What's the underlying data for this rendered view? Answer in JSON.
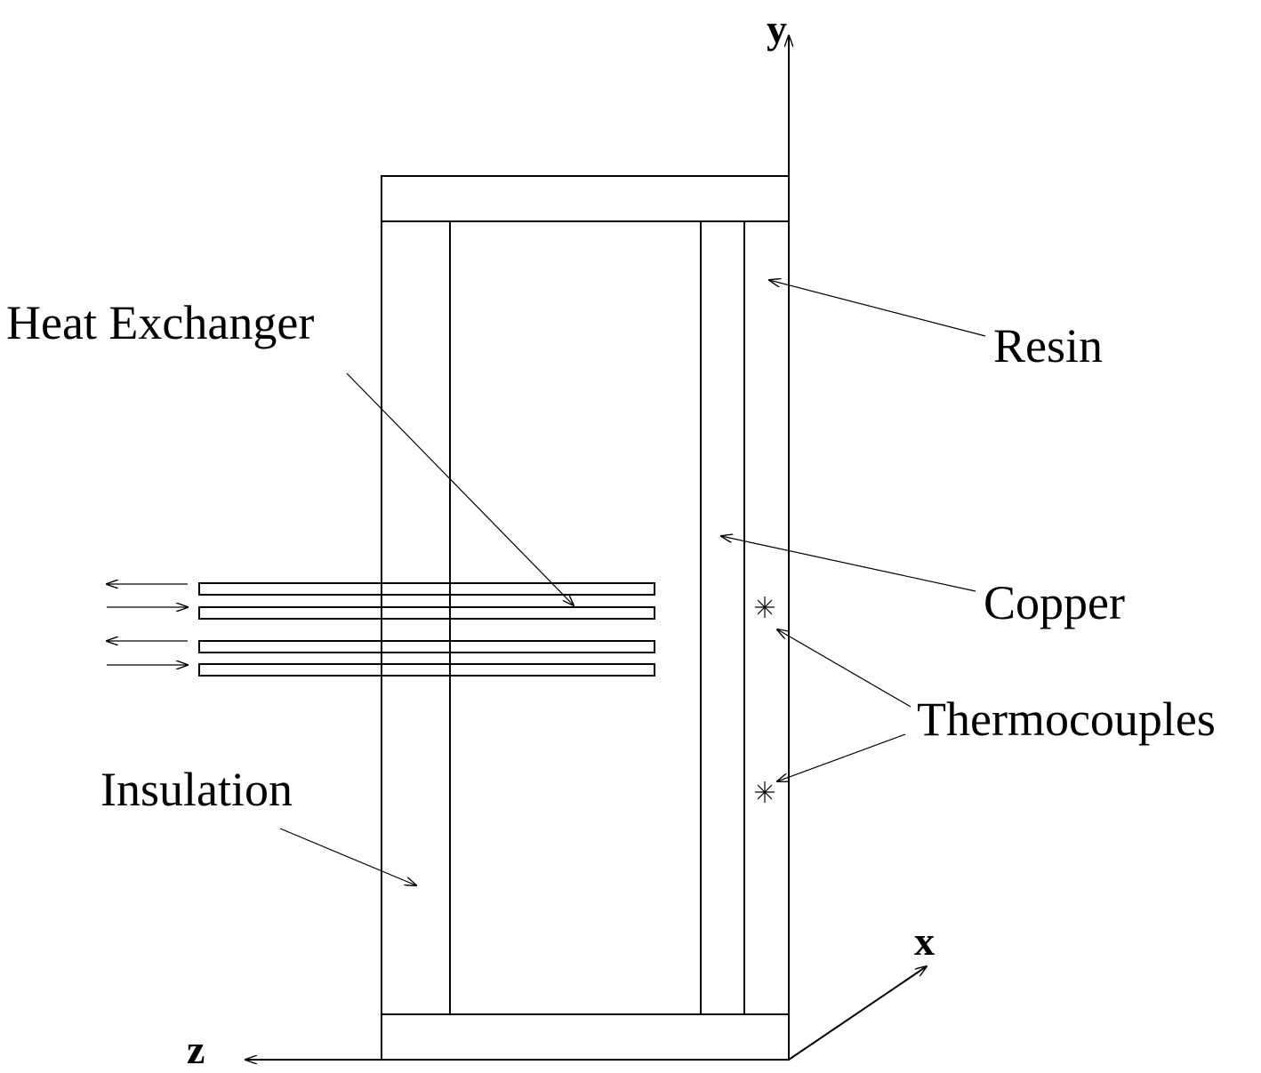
{
  "labels": {
    "heat_exchanger": "Heat Exchanger",
    "resin": "Resin",
    "copper": "Copper",
    "thermocouples": "Thermocouples",
    "insulation": "Insulation"
  },
  "axes": {
    "x": "x",
    "y": "y",
    "z": "z"
  },
  "colors": {
    "stroke": "#000000",
    "background": "#ffffff"
  }
}
